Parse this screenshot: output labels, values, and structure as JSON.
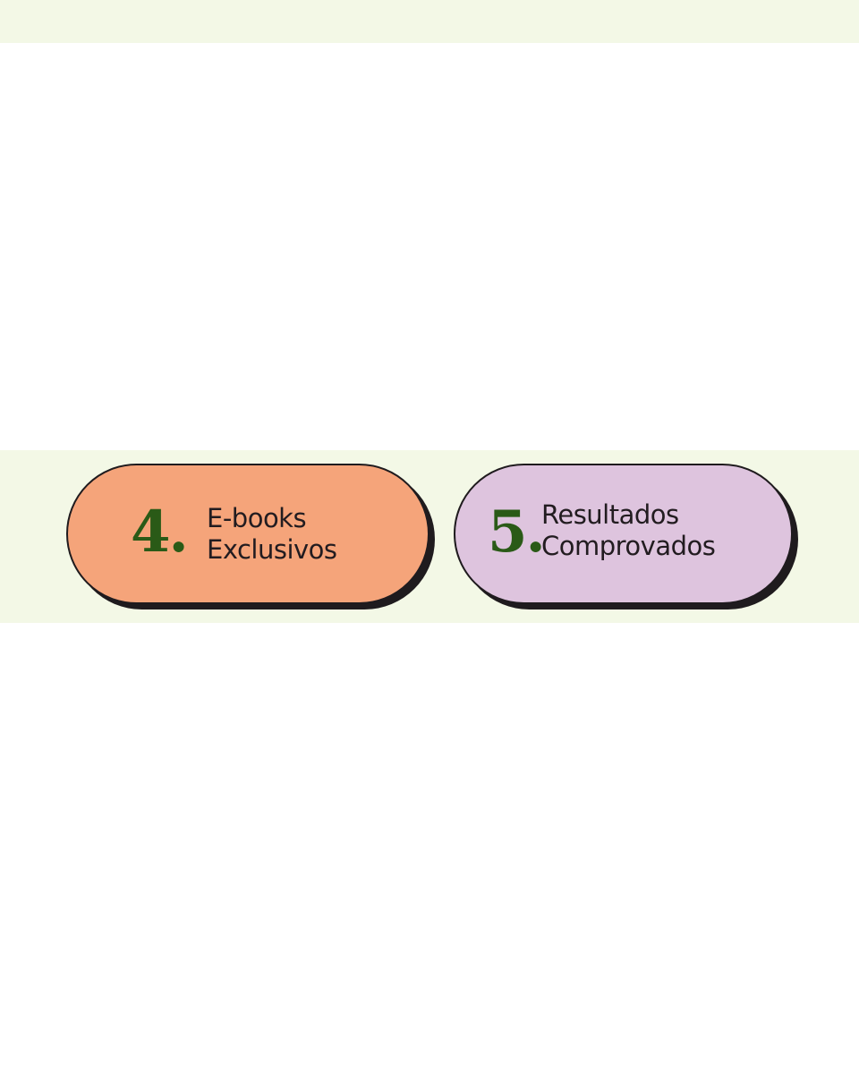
{
  "colors": {
    "band": "#f3f8e6",
    "outline": "#1f1b1e",
    "number": "#2a5a17",
    "text": "#221c20"
  },
  "cards": [
    {
      "number": "4.",
      "line1": "E-books",
      "line2": "Exclusivos",
      "background": "#f5a47a"
    },
    {
      "number": "5.",
      "line1": "Resultados",
      "line2": "Comprovados",
      "background": "#dec4de"
    }
  ]
}
